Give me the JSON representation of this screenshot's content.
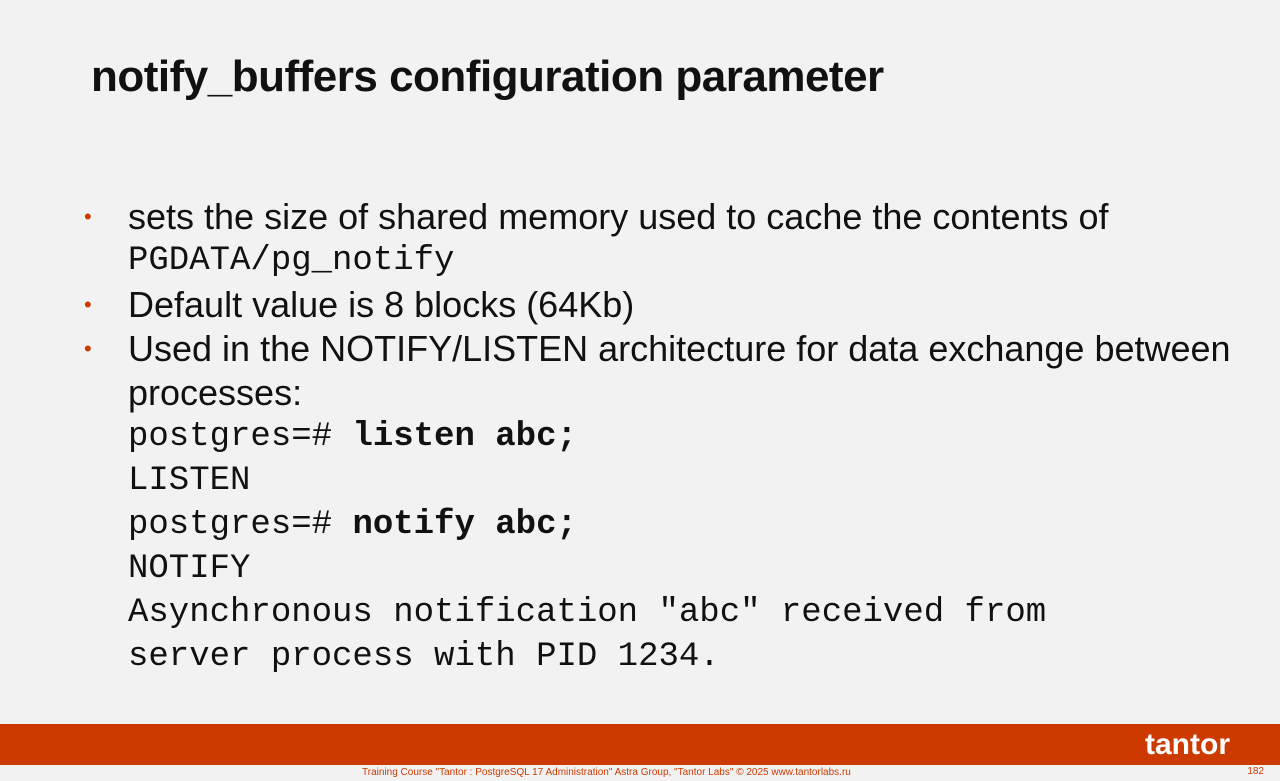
{
  "title": "notify_buffers configuration parameter",
  "bullets": [
    {
      "text": "sets the size of shared memory used to cache the contents of",
      "code": "PGDATA/pg_notify"
    },
    {
      "text": "Default value is 8 blocks (64Kb)"
    },
    {
      "text": "Used in the NOTIFY/LISTEN architecture for data exchange between processes:"
    }
  ],
  "code": {
    "prompt1": "postgres=# ",
    "cmd1": "listen abc;",
    "out1": "LISTEN",
    "prompt2": "postgres=# ",
    "cmd2": "notify abc;",
    "out2": "NOTIFY",
    "out3": "Asynchronous notification \"abc\" received from",
    "out4": "server process with PID 1234."
  },
  "footer": {
    "text": "Training Course \"Tantor : PostgreSQL 17 Administration\" Astra Group, \"Tantor Labs\" © 2025  www.tantorlabs.ru",
    "page": "182",
    "logo": "tantor"
  }
}
